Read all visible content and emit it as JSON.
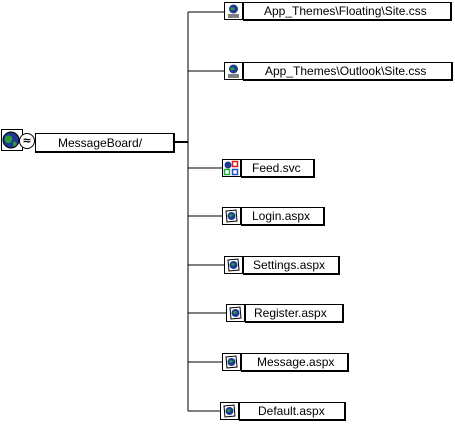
{
  "root": {
    "label": "MessageBoard/",
    "icon": "web-folder-icon",
    "badge_icon": "collapse-icon"
  },
  "children": [
    {
      "label": "App_Themes\\Floating\\Site.css",
      "icon": "stylesheet-icon"
    },
    {
      "label": "App_Themes\\Outlook\\Site.css",
      "icon": "stylesheet-icon"
    },
    {
      "label": "Feed.svc",
      "icon": "service-icon"
    },
    {
      "label": "Login.aspx",
      "icon": "web-page-icon"
    },
    {
      "label": "Settings.aspx",
      "icon": "web-page-icon"
    },
    {
      "label": "Register.aspx",
      "icon": "web-page-icon"
    },
    {
      "label": "Message.aspx",
      "icon": "web-page-icon"
    },
    {
      "label": "Default.aspx",
      "icon": "web-page-icon"
    }
  ],
  "colors": {
    "globe_blue": "#1f3a93",
    "globe_green": "#2e9b3a",
    "service_red": "#d62020",
    "service_blue": "#2050d0",
    "service_green": "#20b040"
  }
}
